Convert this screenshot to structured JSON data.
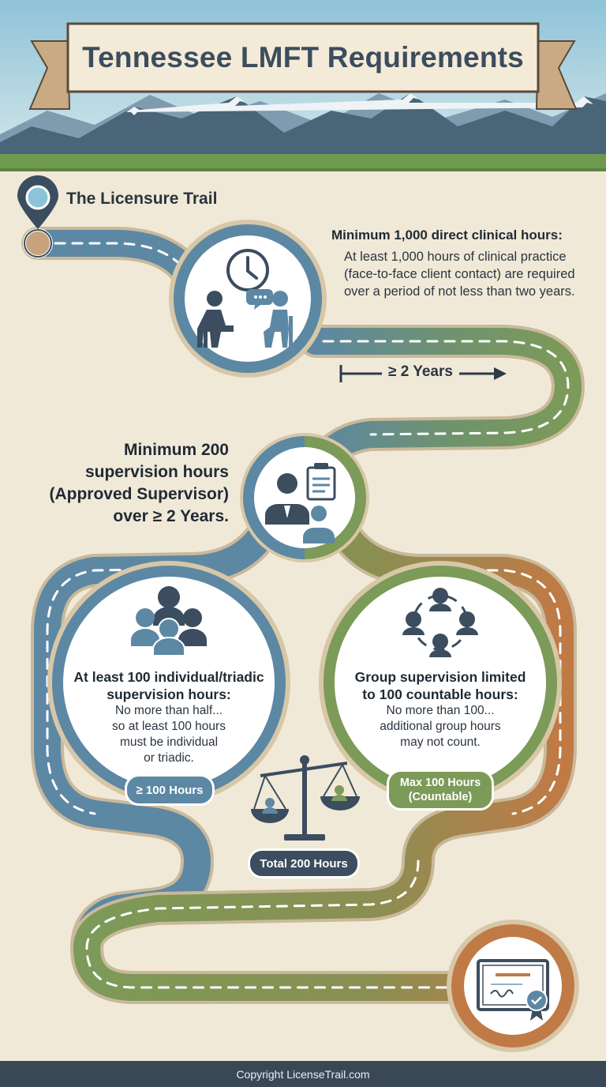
{
  "header": {
    "title": "Tennessee LMFT Requirements"
  },
  "trail": {
    "label": "The Licensure Trail"
  },
  "step1": {
    "heading": "Minimum 1,000 direct clinical hours:",
    "body": "At least 1,000 hours of clinical practice (face-to-face client contact) are required over a period of not less than two years.",
    "duration": "≥ 2 Years"
  },
  "step2": {
    "heading_lines": [
      "Minimum 200",
      "supervision hours",
      "(Approved Supervisor)",
      "over ≥ 2 Years."
    ]
  },
  "individual": {
    "heading_lines": [
      "At least 100 individual/triadic",
      "supervision hours:"
    ],
    "body_lines": [
      "No more than half...",
      "so at least 100 hours",
      "must be individual",
      "or triadic."
    ],
    "badge": "≥ 100 Hours"
  },
  "group": {
    "heading_lines": [
      "Group supervision limited",
      "to 100 countable hours:"
    ],
    "body_lines": [
      "No more than 100...",
      "additional group hours",
      "may not count."
    ],
    "badge_lines": [
      "Max 100 Hours",
      "(Countable)"
    ]
  },
  "balance": {
    "badge": "Total 200 Hours"
  },
  "footer": {
    "copyright": "Copyright LicenseTrail.com"
  },
  "colors": {
    "sky_top": "#8fc3d8",
    "mountain": "#4a6478",
    "cream": "#f1e9d8",
    "road_blue": "#5c88a4",
    "road_green": "#7c9a58",
    "road_orange": "#c07a46",
    "dark_icon": "#3b4d5e",
    "footer": "#3a4856"
  },
  "icons": [
    "map-pin-icon",
    "clock-icon",
    "counseling-session-icon",
    "speech-bubble-icon",
    "supervisor-clipboard-icon",
    "group-people-icon",
    "circle-network-icon",
    "balance-scale-icon",
    "certificate-icon",
    "arrow-right-icon"
  ]
}
